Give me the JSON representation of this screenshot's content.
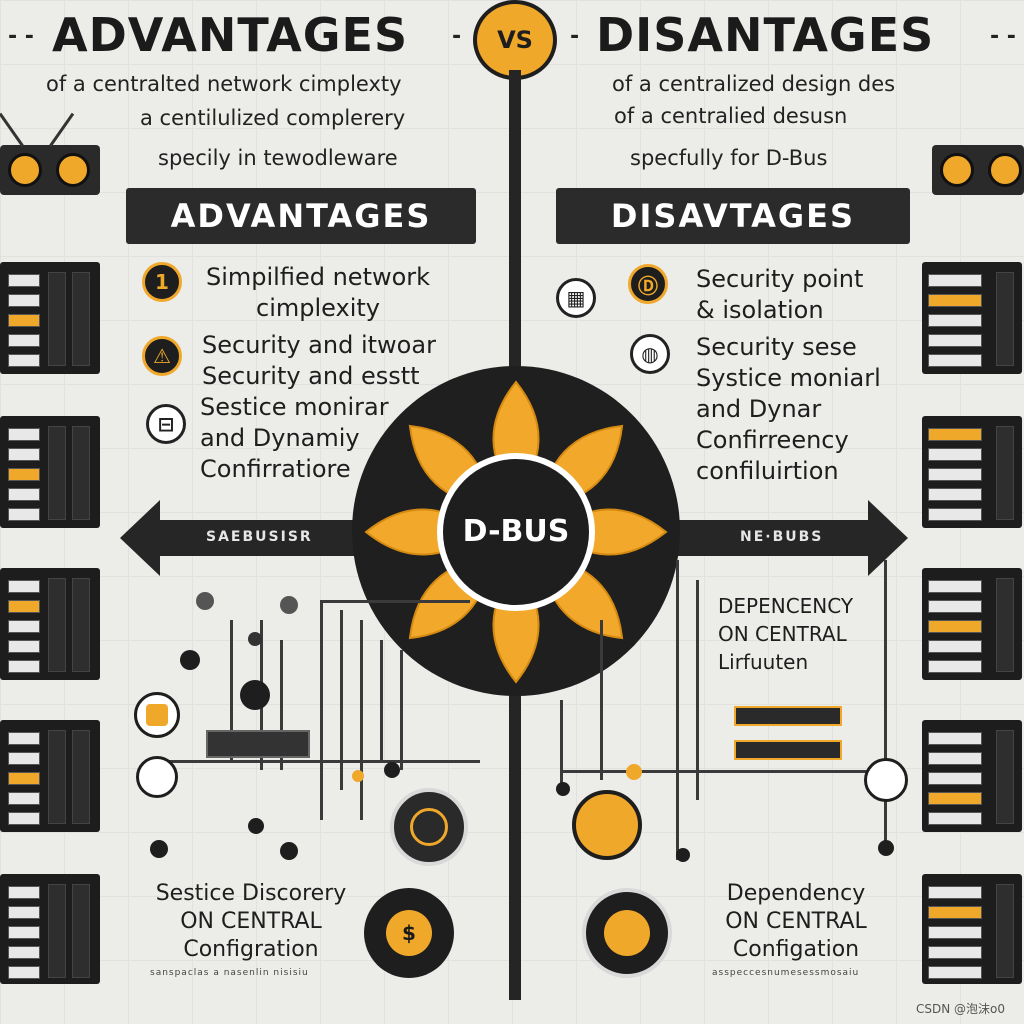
{
  "header": {
    "left_title": "ADVANTAGES",
    "vs": "VS",
    "right_title": "DISANTAGES",
    "dash_left": "- -",
    "dash_mid_l": "-",
    "dash_mid_r": "-",
    "dash_right": "- -"
  },
  "left": {
    "sub1": "of a centralted network cimplexty",
    "sub2": "a centilulized complerery",
    "sub3": "specily in tewodleware",
    "banner": "ADVANTAGES",
    "items": [
      {
        "badge": "1",
        "text": "Simpilfied network\ncimplexity"
      },
      {
        "badge": "⚠",
        "text": "Security and itwoar\nSecurity and esstt"
      },
      {
        "badge": "⊟",
        "text": "Sestice monirar\nand Dynamiy\nConfirratiore"
      }
    ],
    "arrow_label": "SAEBUSISR",
    "bottom_text": "Sestice Discorery\nON CENTRAL\nConfigration",
    "bottom_small": "sanspaclas a nasenlin nisisiu"
  },
  "right": {
    "sub1": "of a centralized design des",
    "sub2": "of a centralied desusn",
    "sub3": "specfully for D-Bus",
    "banner": "DISAVTAGES",
    "items": [
      {
        "badge": "Ⓓ",
        "text": "Security point\n& isolation"
      },
      {
        "badge": "◍",
        "text": "Security sese\nSystice moniarl\nand Dynar\nConfirreency\nconfiluirtion"
      }
    ],
    "arrow_label": "NE·BUBS",
    "mid_text": "DEPENCENCY\nON CENTRAL\nLirfuuten",
    "bottom_text": "Dependency\nON CENTRAL\nConfigation",
    "bottom_small": "asspeccesnumesessmosaiu"
  },
  "center": {
    "label": "D-BUS"
  },
  "watermark": "CSDN @泡沫o0",
  "colors": {
    "accent": "#f0a82a",
    "dark": "#1e1e1e",
    "bg": "#ecece9"
  }
}
